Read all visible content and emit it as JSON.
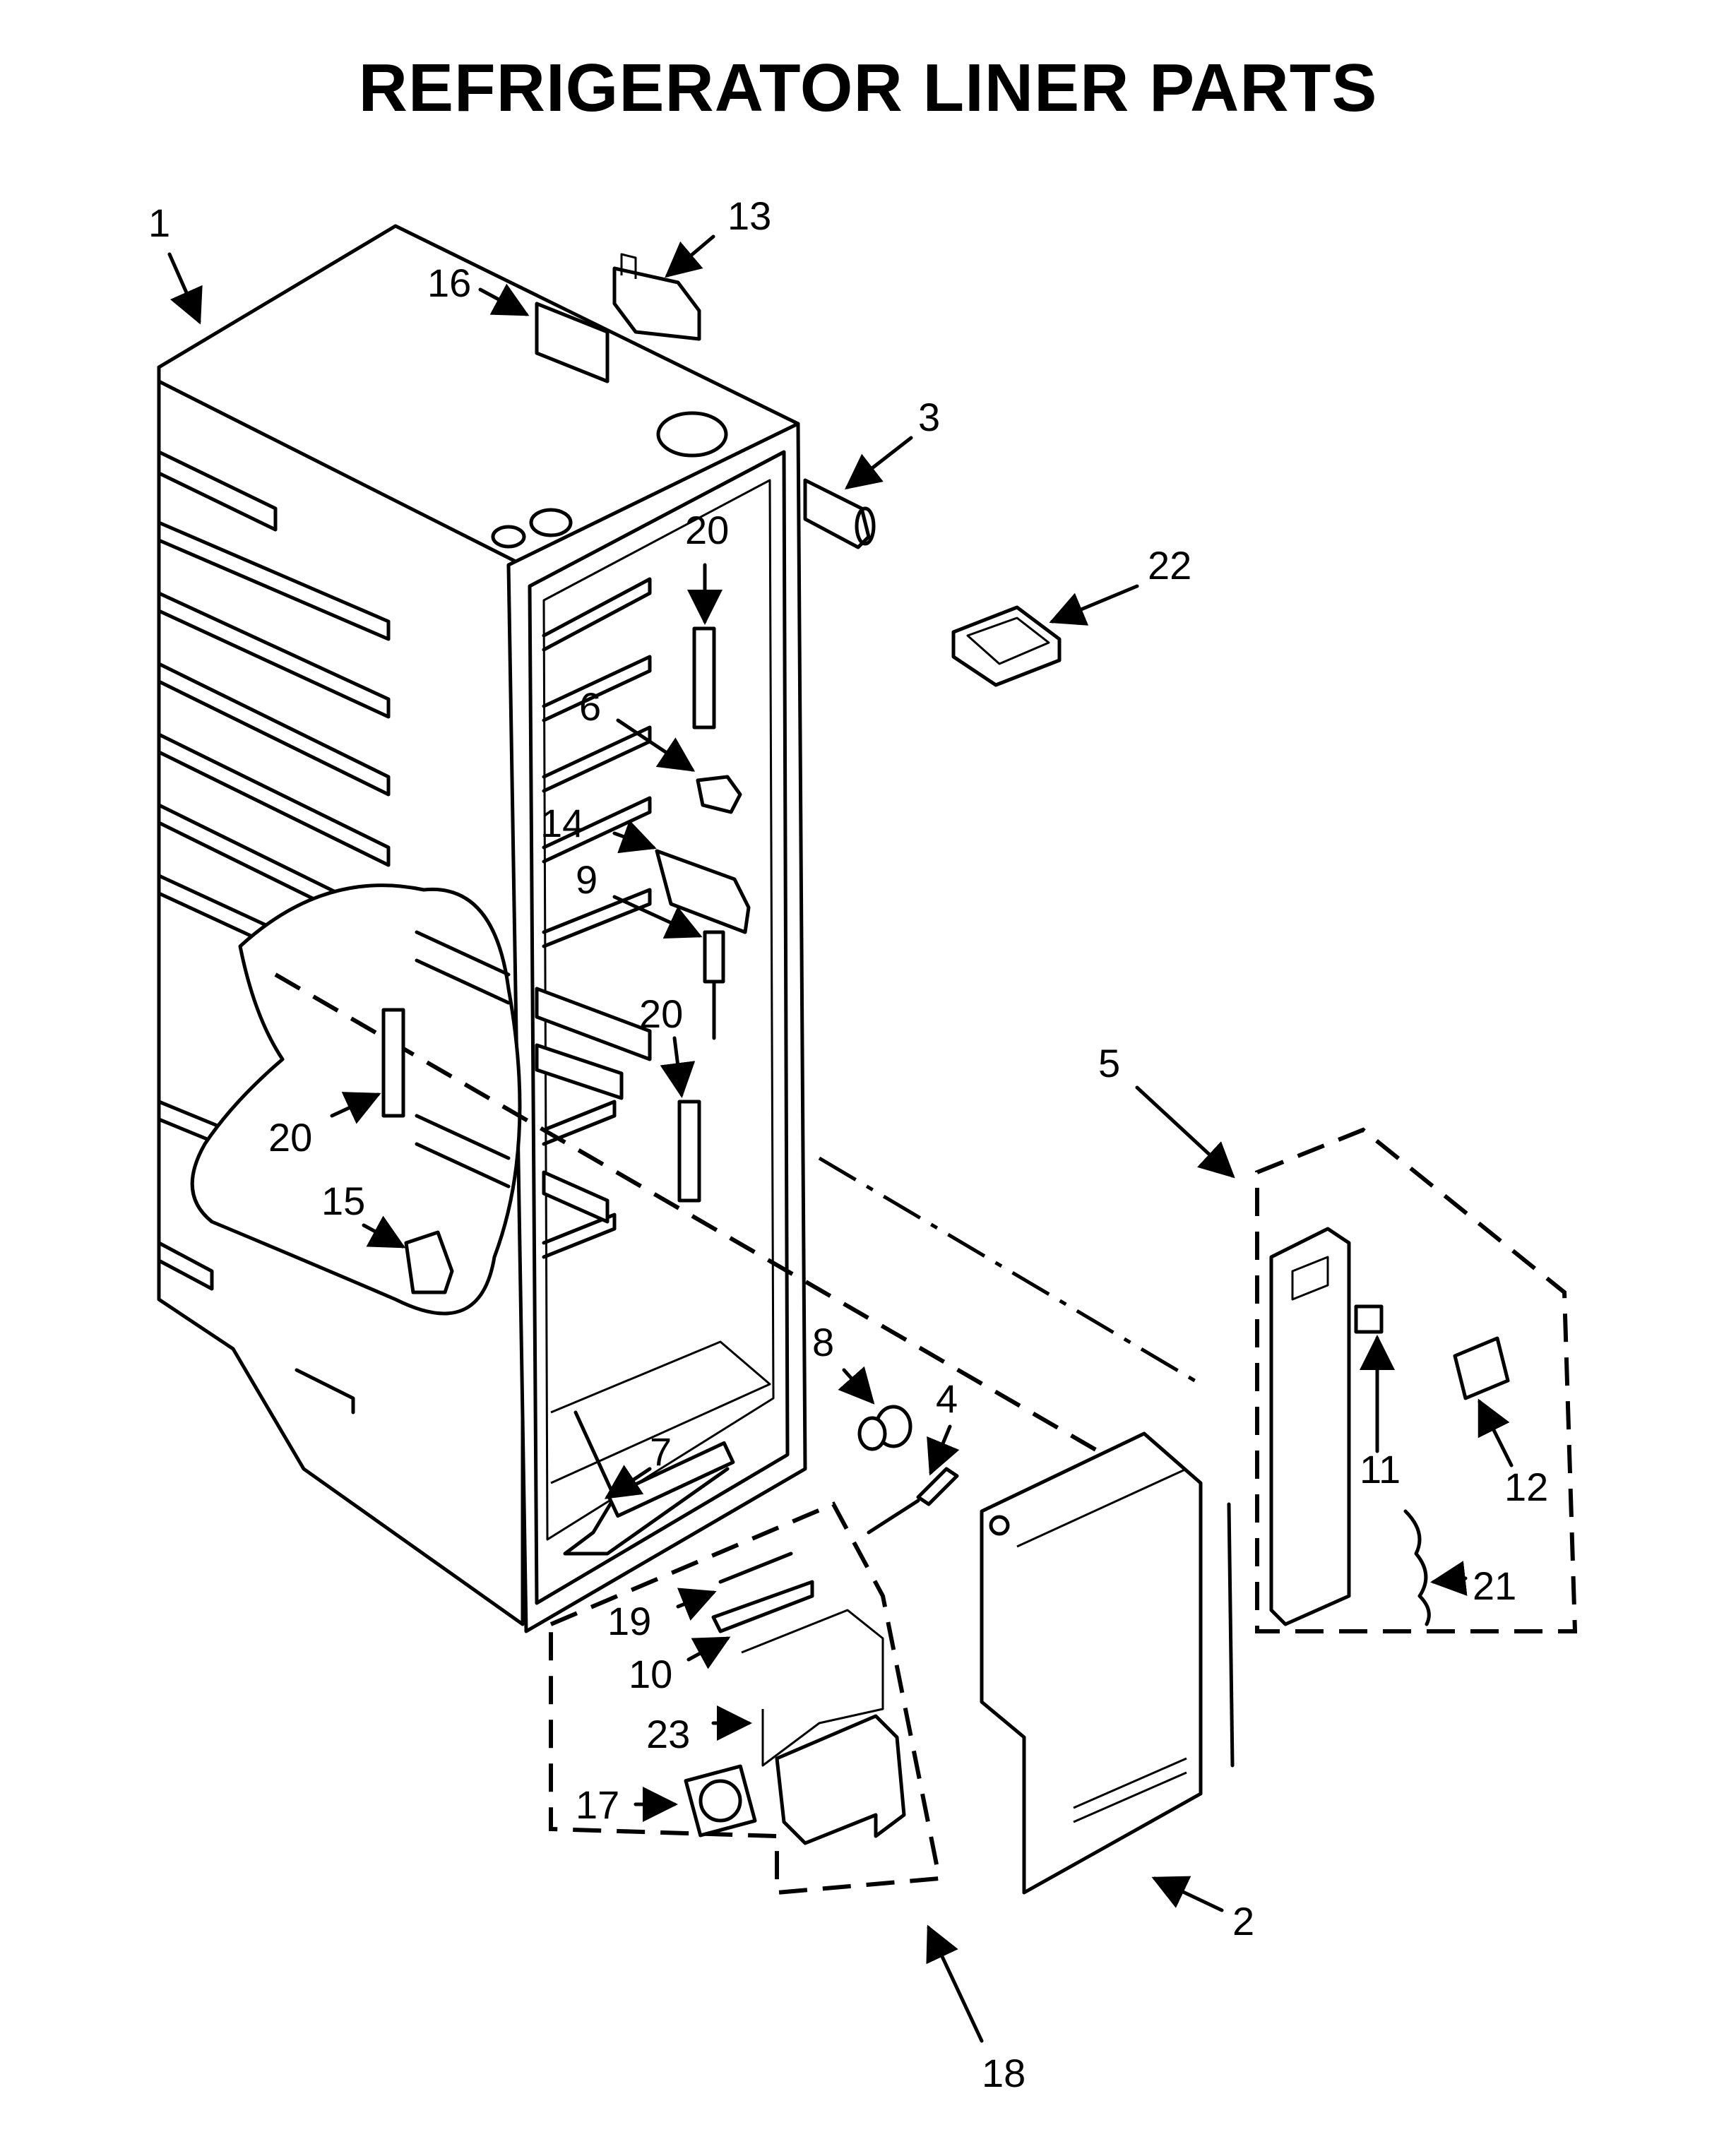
{
  "title": "REFRIGERATOR LINER PARTS",
  "callouts": [
    {
      "id": "c1",
      "text": "1"
    },
    {
      "id": "c13",
      "text": "13"
    },
    {
      "id": "c16",
      "text": "16"
    },
    {
      "id": "c3",
      "text": "3"
    },
    {
      "id": "c22",
      "text": "22"
    },
    {
      "id": "c20a",
      "text": "20"
    },
    {
      "id": "c6",
      "text": "6"
    },
    {
      "id": "c14",
      "text": "14"
    },
    {
      "id": "c9",
      "text": "9"
    },
    {
      "id": "c20b",
      "text": "20"
    },
    {
      "id": "c20c",
      "text": "20"
    },
    {
      "id": "c15",
      "text": "15"
    },
    {
      "id": "c5",
      "text": "5"
    },
    {
      "id": "c11",
      "text": "11"
    },
    {
      "id": "c12",
      "text": "12"
    },
    {
      "id": "c21",
      "text": "21"
    },
    {
      "id": "c8",
      "text": "8"
    },
    {
      "id": "c4",
      "text": "4"
    },
    {
      "id": "c7",
      "text": "7"
    },
    {
      "id": "c19",
      "text": "19"
    },
    {
      "id": "c10",
      "text": "10"
    },
    {
      "id": "c23",
      "text": "23"
    },
    {
      "id": "c17",
      "text": "17"
    },
    {
      "id": "c2",
      "text": "2"
    },
    {
      "id": "c18",
      "text": "18"
    }
  ]
}
